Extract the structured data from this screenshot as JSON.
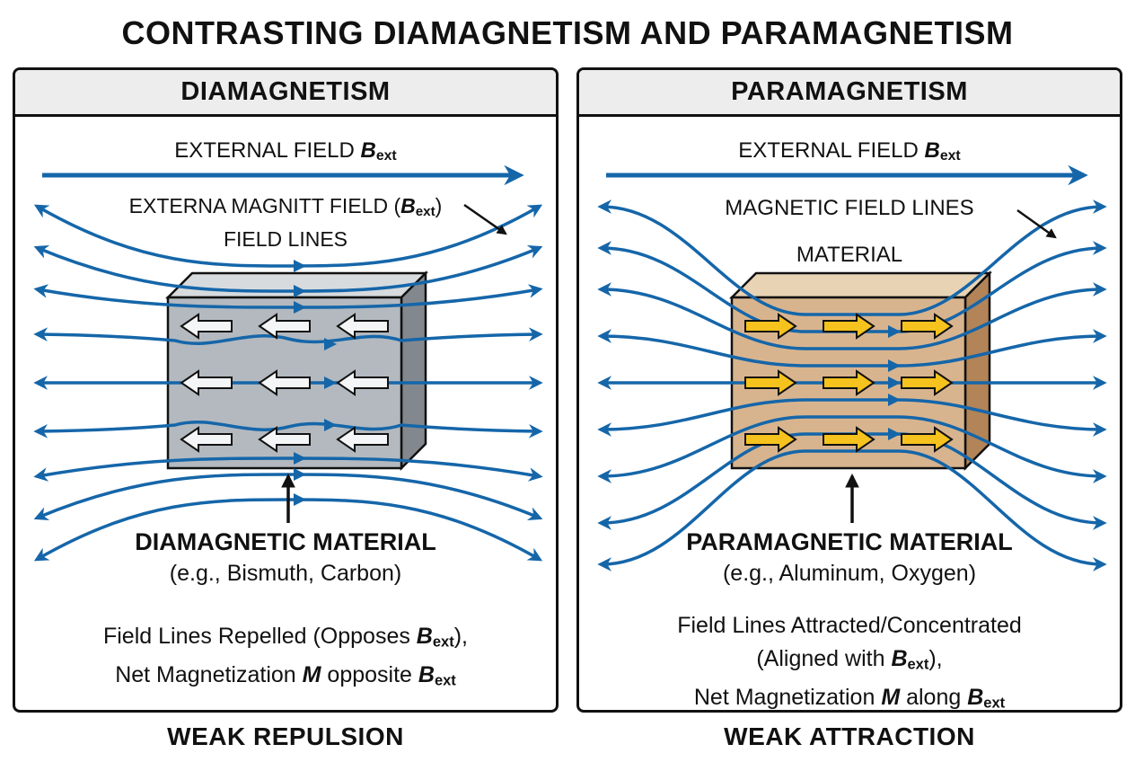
{
  "title": "CONTRASTING DIAMAGNETISM AND PARAMAGNETISM",
  "colors": {
    "field": "#1566a9",
    "ink": "#111111",
    "header_bg": "#ededed",
    "dia_front": "#b3b9bf",
    "dia_top": "#d7dbde",
    "dia_side": "#83888e",
    "dia_arrow": "#f4f5f6",
    "para_front": "#d8b48e",
    "para_top": "#e9d3b5",
    "para_side": "#b28457",
    "para_arrow": "#f5c21e"
  },
  "left": {
    "header": "DIAMAGNETISM",
    "external_field": [
      {
        "t": "EXTERNAL FIELD "
      },
      {
        "t": "B",
        "s": "bi"
      },
      {
        "t": "ext",
        "s": "sub"
      }
    ],
    "field_lines_line1": [
      {
        "t": "EXTERNA MAGNITT FIELD ("
      },
      {
        "t": "B",
        "s": "bi"
      },
      {
        "t": "ext",
        "s": "sub"
      },
      {
        "t": ")"
      }
    ],
    "field_lines_line2": "FIELD LINES",
    "material_name": "DIAMAGNETIC MATERIAL",
    "material_examples": "(e.g., Bismuth, Carbon)",
    "caption1": [
      {
        "t": "Field Lines Repelled (Opposes "
      },
      {
        "t": "B",
        "s": "bi"
      },
      {
        "t": "ext",
        "s": "sub"
      },
      {
        "t": "),"
      }
    ],
    "caption2": [
      {
        "t": "Net Magnetization "
      },
      {
        "t": "M",
        "s": "bi"
      },
      {
        "t": " opposite "
      },
      {
        "t": "B",
        "s": "bi"
      },
      {
        "t": "ext",
        "s": "sub"
      }
    ],
    "footer": "WEAK REPULSION"
  },
  "right": {
    "header": "PARAMAGNETISM",
    "external_field": [
      {
        "t": "EXTERNAL FIELD "
      },
      {
        "t": "B",
        "s": "bi"
      },
      {
        "t": "ext",
        "s": "sub"
      }
    ],
    "field_lines_label": "MAGNETIC FIELD LINES",
    "material_tag": "MATERIAL",
    "material_name": "PARAMAGNETIC MATERIAL",
    "material_examples": "(e.g., Aluminum, Oxygen)",
    "caption1": [
      {
        "t": "Field Lines Attracted/Concentrated"
      }
    ],
    "caption2": [
      {
        "t": "(Aligned with "
      },
      {
        "t": "B",
        "s": "bi"
      },
      {
        "t": "ext",
        "s": "sub"
      },
      {
        "t": "),"
      }
    ],
    "caption3": [
      {
        "t": "Net Magnetization "
      },
      {
        "t": "M",
        "s": "bi"
      },
      {
        "t": " along "
      },
      {
        "t": "B",
        "s": "bi"
      },
      {
        "t": "ext",
        "s": "sub"
      }
    ],
    "footer": "WEAK ATTRACTION"
  }
}
